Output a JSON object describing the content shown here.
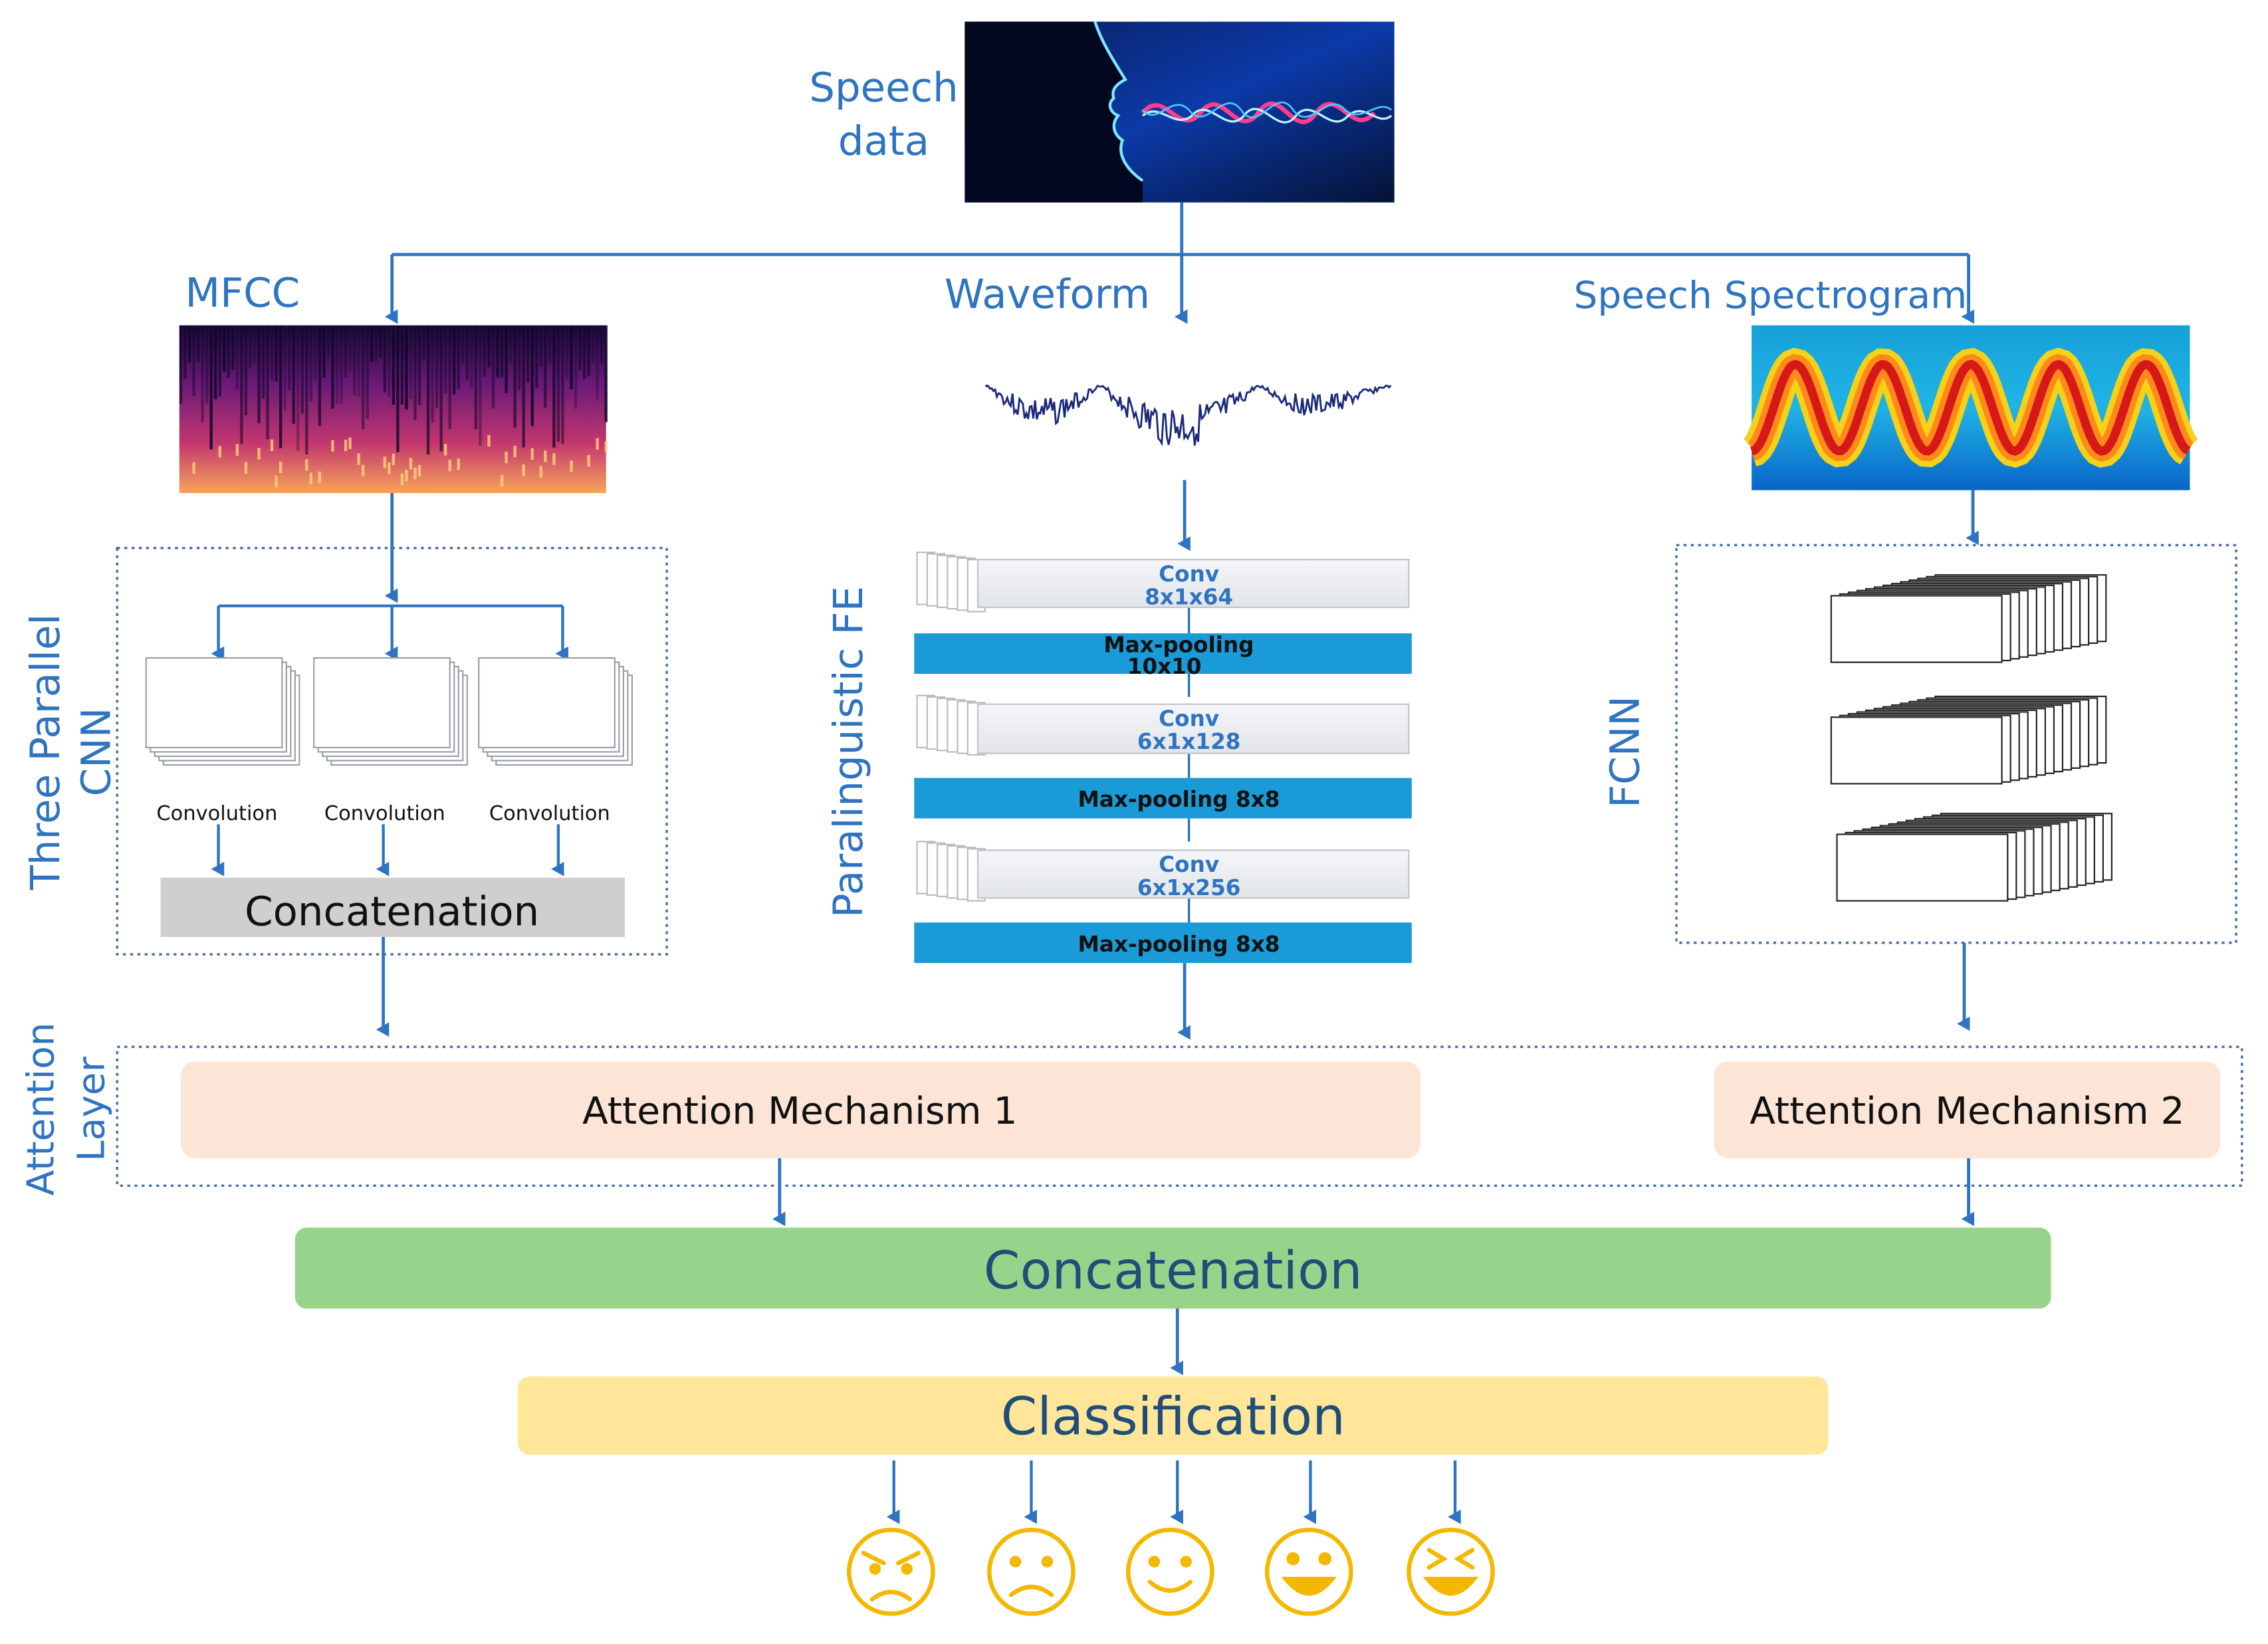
{
  "labels": {
    "speech_data_line1": "Speech",
    "speech_data_line2": "data",
    "mfcc": "MFCC",
    "waveform": "Waveform",
    "spectrogram": "Speech Spectrogram",
    "three_parallel_line1": "Three Parallel",
    "three_parallel_line2": "CNN",
    "paralinguistic": "Paralinguistic FE",
    "fcnn": "FCNN",
    "attention_line1": "Attention",
    "attention_line2": "Layer"
  },
  "three_cnn": {
    "conv_labels": [
      "Convolution",
      "Convolution",
      "Convolution"
    ],
    "concat": "Concatenation"
  },
  "paralinguistic_blocks": [
    {
      "line1": "Conv",
      "line2": "8x1x64",
      "kind": "conv"
    },
    {
      "line1": "Max-pooling",
      "line2": "10x10",
      "kind": "pool"
    },
    {
      "line1": "Conv",
      "line2": "6x1x128",
      "kind": "conv"
    },
    {
      "line1": "Max-pooling 8x8",
      "line2": "",
      "kind": "pool"
    },
    {
      "line1": "Conv",
      "line2": "6x1x256",
      "kind": "conv"
    },
    {
      "line1": "Max-pooling 8x8",
      "line2": "",
      "kind": "pool"
    }
  ],
  "attention": {
    "m1": "Attention Mechanism 1",
    "m2": "Attention Mechanism 2"
  },
  "concat_main": "Concatenation",
  "classification": "Classification",
  "emotions": [
    "angry-face-icon",
    "sad-face-icon",
    "smile-face-icon",
    "happy-face-icon",
    "laughing-face-icon"
  ],
  "colors": {
    "accent": "#2e74c0",
    "pool_block": "#1a9ad6",
    "attention_box": "#fce4d6",
    "concat_box": "#97d38a",
    "class_box": "#ffe699",
    "concat_small": "#d0cece",
    "emoji": "#f4b800"
  }
}
